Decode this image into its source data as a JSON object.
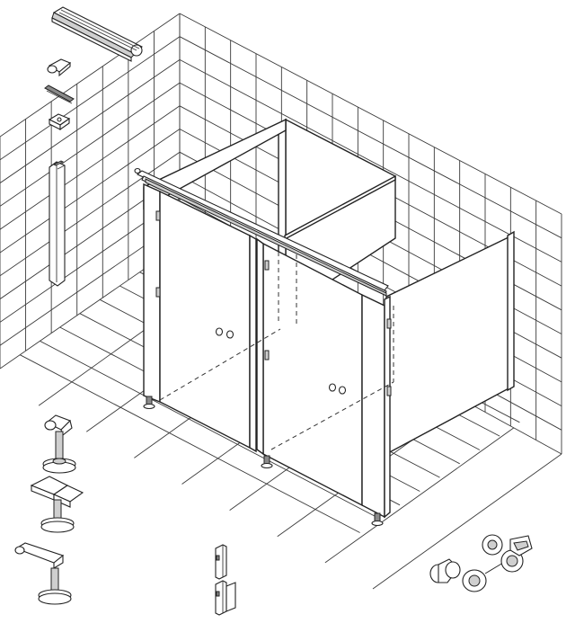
{
  "figure": {
    "colors": {
      "line": "#2b2b2b",
      "background": "#ffffff",
      "shade": "#cfcfcf"
    },
    "tiled_walls": {
      "back_wall_columns": 13,
      "side_wall_rows": 10
    },
    "cubicles": 2,
    "accessories": [
      "top-rail",
      "rail-end-cap",
      "rail-clip",
      "wall-bracket",
      "wall-channel-profile",
      "adjustable-support-leg",
      "support-leg-with-corner-bracket",
      "support-leg-with-straight-bracket",
      "door-hinge-upper",
      "door-hinge-lower",
      "door-knob",
      "indicator-lock",
      "lock-keeper"
    ]
  }
}
